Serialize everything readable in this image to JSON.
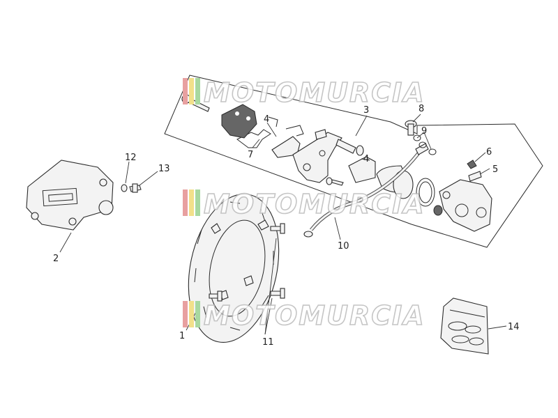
{
  "callouts": [
    {
      "id": "1",
      "label": "1"
    },
    {
      "id": "2",
      "label": "2"
    },
    {
      "id": "3",
      "label": "3"
    },
    {
      "id": "4a",
      "label": "4"
    },
    {
      "id": "4b",
      "label": "4"
    },
    {
      "id": "5",
      "label": "5"
    },
    {
      "id": "6",
      "label": "6"
    },
    {
      "id": "7",
      "label": "7"
    },
    {
      "id": "8",
      "label": "8"
    },
    {
      "id": "9",
      "label": "9"
    },
    {
      "id": "10",
      "label": "10"
    },
    {
      "id": "11",
      "label": "11"
    },
    {
      "id": "12",
      "label": "12"
    },
    {
      "id": "13",
      "label": "13"
    },
    {
      "id": "14",
      "label": "14"
    }
  ],
  "watermark": {
    "text": "MOTOMURCIA",
    "stripe_colors": [
      "#e8a0a0",
      "#f2e08a",
      "#a8d8a0"
    ]
  }
}
